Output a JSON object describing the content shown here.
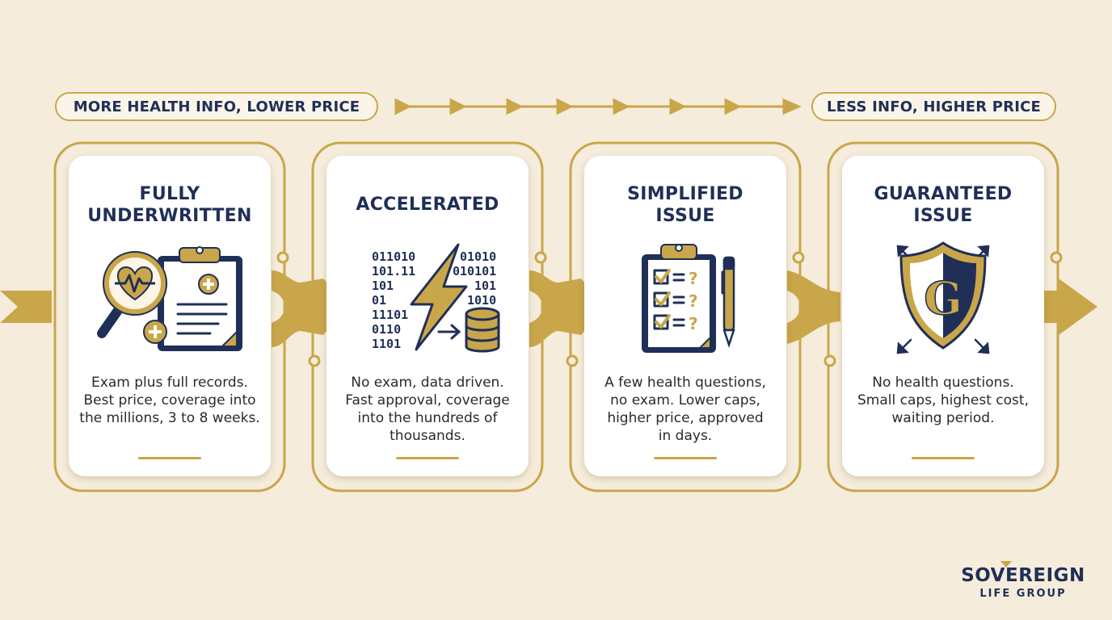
{
  "header": {
    "left_label": "MORE HEALTH INFO, LOWER PRICE",
    "right_label": "LESS INFO, HIGHER PRICE"
  },
  "cards": [
    {
      "title_lines": [
        "FULLY",
        "UNDERWRITTEN"
      ],
      "description_lines": [
        "Exam plus full records.",
        "Best price, coverage into",
        "the millions, 3 to 8 weeks."
      ],
      "icon": "magnifier-clipboard-heart-icon"
    },
    {
      "title_lines": [
        "ACCELERATED"
      ],
      "description_lines": [
        "No exam, data driven.",
        "Fast approval, coverage",
        "into the hundreds of",
        "thousands."
      ],
      "icon": "lightning-data-database-icon",
      "binary_left": [
        "011010",
        "101.11",
        "101",
        "01",
        "11101",
        "0110",
        "1101"
      ],
      "binary_right": [
        "01010",
        "010101",
        "101",
        "1010"
      ]
    },
    {
      "title_lines": [
        "SIMPLIFIED",
        "ISSUE"
      ],
      "description_lines": [
        "A few health questions,",
        "no exam. Lower caps,",
        "higher price, approved",
        "in days."
      ],
      "icon": "checklist-clipboard-pen-icon"
    },
    {
      "title_lines": [
        "GUARANTEED",
        "ISSUE"
      ],
      "description_lines": [
        "No health questions.",
        "Small caps, highest cost,",
        "waiting period."
      ],
      "icon": "shield-g-icon",
      "shield_letter": "G"
    }
  ],
  "brand": {
    "name": "SOVEREIGN",
    "tagline": "LIFE GROUP"
  },
  "colors": {
    "background": "#f5ecdb",
    "gold": "#c9a64a",
    "navy": "#1f2f57",
    "card": "#ffffff"
  }
}
